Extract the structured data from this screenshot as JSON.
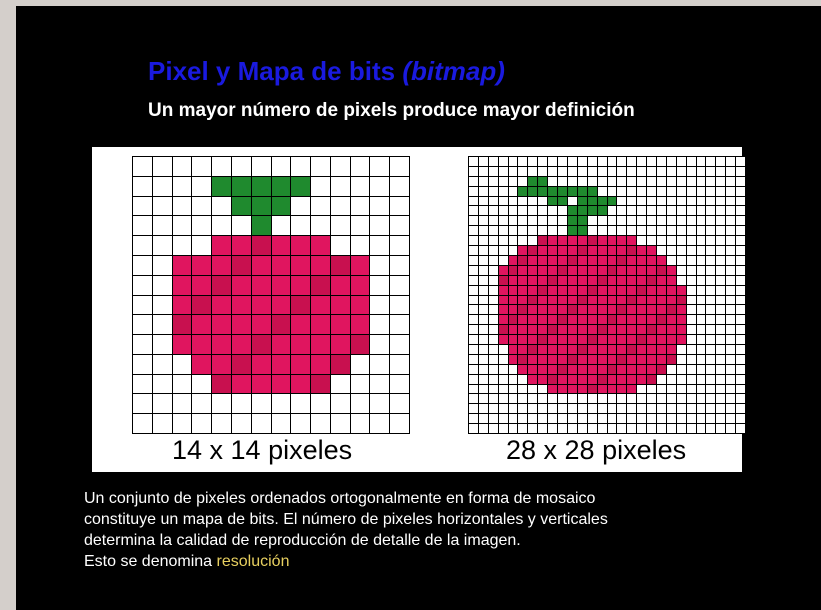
{
  "title": {
    "main": "Pixel y Mapa de bits",
    "italic": "(bitmap)"
  },
  "subtitle": "Un mayor número de pixels produce mayor definición",
  "captions": {
    "left": "14 x 14 pixeles",
    "right": "28 x 28 pixeles"
  },
  "body": {
    "line1": "Un conjunto de pixeles ordenados ortogonalmente en forma de mosaico",
    "line2": "constituye un mapa de bits. El número de pixeles horizontales y verticales",
    "line3": "determina la calidad de reproducción de detalle de la imagen.",
    "line4_prefix": "Esto se denomina ",
    "line4_highlight": "resolución"
  },
  "colors": {
    "title": "#1a1adf",
    "highlight": "#e8d060",
    "fruit": "#e0155f",
    "fruit_shade": "#c8104f",
    "leaf": "#1f8a2e",
    "grid_line": "#000000",
    "empty_cell": "#ffffff"
  },
  "bitmaps": {
    "low": [
      "..............",
      "....GGGGG.....",
      ".....GGG......",
      "......G.......",
      "....RRRRRR....",
      "..RRRRRRRRRR..",
      "..RRRRRRRRRR..",
      "..RRRRRRRRRR..",
      "..RRRRRRRRRR..",
      "..RRRRRRRRRR..",
      "...RRRRRRRR...",
      "....RRRRRR....",
      "..............",
      ".............."
    ],
    "high": [
      "............................",
      "............................",
      "......GG....................",
      ".....GGGGGGGG...............",
      "........GG.GGGG.............",
      "..........GGGG..............",
      "..........GG................",
      "..........GG................",
      ".......RRRRRRRRRR...........",
      ".....RRRRRRRRRRRRRR.........",
      "....RRRRRRRRRRRRRRRR........",
      "...RRRRRRRRRRRRRRRRRR.......",
      "...RRRRRRRRRRRRRRRRRR.......",
      "...RRRRRRRRRRRRRRRRRRR......",
      "...RRRRRRRRRRRRRRRRRRR......",
      "...RRRRRRRRRRRRRRRRRRR......",
      "...RRRRRRRRRRRRRRRRRRR......",
      "...RRRRRRRRRRRRRRRRRRR......",
      "...RRRRRRRRRRRRRRRRRRR......",
      "....RRRRRRRRRRRRRRRRR.......",
      "....RRRRRRRRRRRRRRRRR.......",
      ".....RRRRRRRRRRRRRRR........",
      "......RRRRRRRRRRRRR.........",
      "........RRRRRRRRR...........",
      "............................",
      "............................",
      "............................",
      "............................"
    ]
  }
}
